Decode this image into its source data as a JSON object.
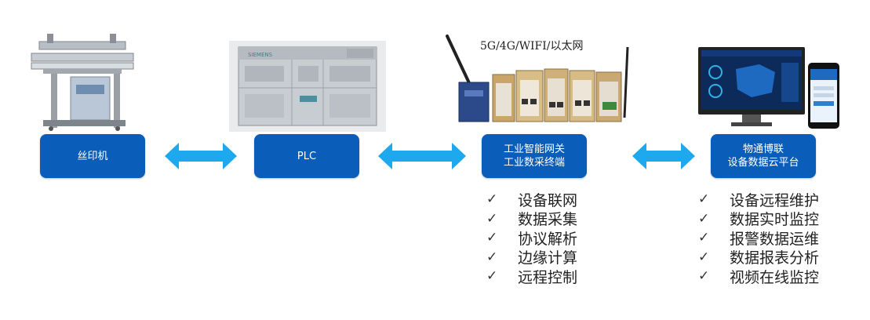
{
  "colors": {
    "node_bg": "#0a5db8",
    "arrow": "#1ea9ef",
    "text": "#222222"
  },
  "network_label": "5G/4G/WIFI/以太网",
  "nodes": {
    "screen_printer": "丝印机",
    "plc": "PLC",
    "gateway": [
      "工业智能网关",
      "工业数采终端"
    ],
    "cloud": [
      "物通博联",
      "设备数据云平台"
    ]
  },
  "device_images": {
    "screen_printer": "screen-printer-machine-photo",
    "plc": "siemens-plc-photo",
    "gateway": "industrial-gateway-devices-photo",
    "cloud": "monitor-and-phone-dashboard-photo"
  },
  "gateway_features": [
    "设备联网",
    "数据采集",
    "协议解析",
    "边缘计算",
    "远程控制"
  ],
  "cloud_features": [
    "设备远程维护",
    "数据实时监控",
    "报警数据运维",
    "数据报表分析",
    "视频在线监控"
  ],
  "check_symbol": "✓",
  "plc_brand": "SIEMENS"
}
